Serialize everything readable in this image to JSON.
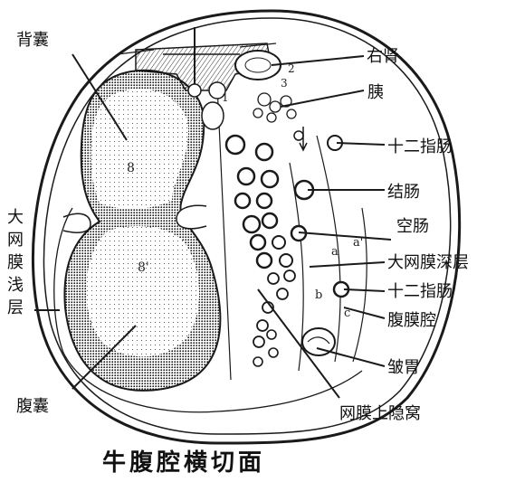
{
  "title": "牛腹腔横切面",
  "labels": {
    "back_sac": "背囊",
    "right_kidney": "右肾",
    "pancreas": "胰",
    "duodenum_upper": "十二指肠",
    "colon": "结肠",
    "jejunum": "空肠",
    "deep_omentum": "大网膜深层",
    "duodenum_lower": "十二指肠",
    "peritoneal_cavity": "腹膜腔",
    "abomasum": "皱胃",
    "omental_bursa": "网膜上隐窝",
    "ventral_sac": "腹囊",
    "superficial_omentum": "大\n网\n膜\n浅\n层"
  },
  "marks": {
    "back_sac_number": "8",
    "ventral_sac_number": "8'",
    "n1": "1",
    "n2": "2",
    "n3": "3",
    "a": "a",
    "a_prime": "a'",
    "b": "b",
    "c": "c"
  },
  "colors": {
    "ink": "#1a1a1a",
    "paper": "#ffffff"
  }
}
